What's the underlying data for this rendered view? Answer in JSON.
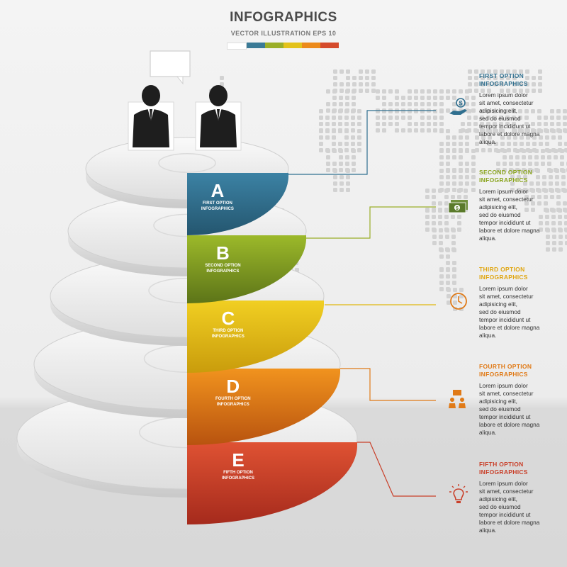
{
  "header": {
    "title": "INFOGRAPHICS",
    "subtitle": "VECTOR ILLUSTRATION EPS 10",
    "palette": [
      "#ffffff",
      "#3a7a96",
      "#9aae28",
      "#e3c21a",
      "#ec8a1a",
      "#d54a2b"
    ]
  },
  "options": [
    {
      "letter": "A",
      "label1": "FIRST OPTION",
      "label2": "INFOGRAPHICS",
      "color": "#2f6f8f",
      "icon": "money-hand-icon",
      "body": "Lorem ipsum dolor\nsit amet, consectetur\nadipisicing elit,\nsed do eiusmod\ntempor incididunt ut\nlabore et dolore magna\naliqua."
    },
    {
      "letter": "B",
      "label1": "SECOND OPTION",
      "label2": "INFOGRAPHICS",
      "color": "#8aa41e",
      "icon": "banknotes-icon",
      "body": "Lorem ipsum dolor\nsit amet, consectetur\nadipisicing elit,\nsed do eiusmod\ntempor incididunt ut\nlabore et dolore magna\naliqua."
    },
    {
      "letter": "C",
      "label1": "THIRD OPTION",
      "label2": "INFOGRAPHICS",
      "color": "#e0b911",
      "icon": "clock-icon",
      "body": "Lorem ipsum dolor\nsit amet, consectetur\nadipisicing elit,\nsed do eiusmod\ntempor incididunt ut\nlabore et dolore magna\naliqua."
    },
    {
      "letter": "D",
      "label1": "FOURTH OPTION",
      "label2": "INFOGRAPHICS",
      "color": "#e07a17",
      "icon": "meeting-icon",
      "body": "Lorem ipsum dolor\nsit amet, consectetur\nadipisicing elit,\nsed do eiusmod\ntempor incididunt ut\nlabore et dolore magna\naliqua."
    },
    {
      "letter": "E",
      "label1": "FIFTH OPTION",
      "label2": "INFOGRAPHICS",
      "color": "#c9402a",
      "icon": "lightbulb-icon",
      "body": "Lorem ipsum dolor\nsit amet, consectetur\nadipisicing elit,\nsed do eiusmod\ntempor incididunt ut\nlabore et dolore magna\naliqua."
    }
  ]
}
